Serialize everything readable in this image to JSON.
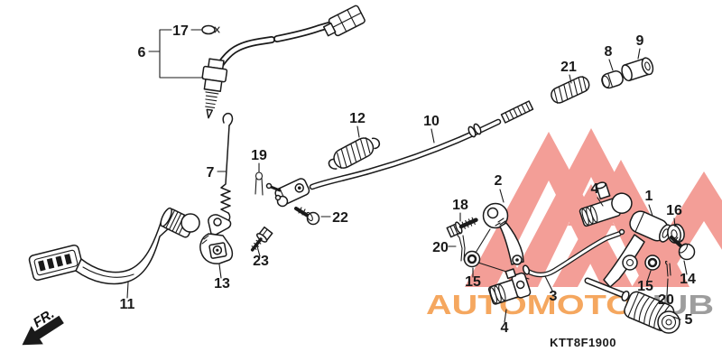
{
  "watermark": {
    "brand_part1": "AUTOMOTO",
    "brand_part2": "HUB",
    "logo_color": "#f2948c",
    "brand_part1_color": "#f5a75f",
    "brand_part2_color": "#9d9d9d"
  },
  "diagram": {
    "code": "KTT8F1900",
    "direction_label": "FR.",
    "line_color": "#1a1a1a",
    "background_color": "#ffffff",
    "part_labels": [
      "17",
      "6",
      "7",
      "19",
      "12",
      "10",
      "21",
      "8",
      "9",
      "22",
      "23",
      "13",
      "11",
      "2",
      "18",
      "20",
      "15",
      "4",
      "4",
      "3",
      "1",
      "16",
      "14",
      "15",
      "20",
      "5"
    ]
  }
}
